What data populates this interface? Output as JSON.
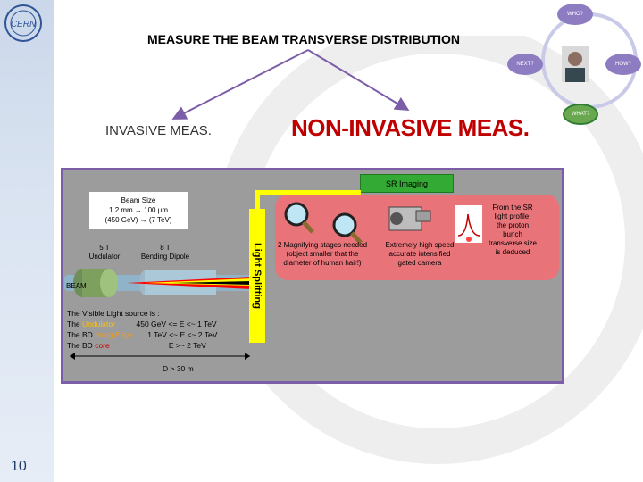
{
  "slide": {
    "title": "MEASURE THE BEAM TRANSVERSE DISTRIBUTION",
    "invasive_label": "INVASIVE MEAS.",
    "noninvasive_label": "NON-INVASIVE MEAS.",
    "page_number": "10",
    "watermark_text": "CERN"
  },
  "nav": {
    "items": [
      "WHO?",
      "NEXT?",
      "HOW?",
      "WHAT?"
    ]
  },
  "diagram": {
    "sr_imaging": "SR Imaging",
    "beam_size_title": "Beam Size",
    "beam_size_line1": "1.2 mm  →  100 µm",
    "beam_size_line2": "(450 GeV) →  (7 TeV)",
    "undulator_label": "5 T\nUndulator",
    "dipole_label": "8 T\nBending Dipole",
    "beam_label": "BEAM",
    "light_splitting": "Light Splitting",
    "magnifying_text": "2 Magnifying stages needed\n(object smaller that the\ndiameter of human hair!)",
    "camera_text": "Extremely high speed\naccurate intensified\ngated camera",
    "profile_text": "From the SR\nlight profile,\nthe proton\nbunch\ntransverse size\nis deduced",
    "source_title": "The Visible Light source is :",
    "source_row1_a": "The ",
    "source_row1_b": "Undulator",
    "source_row1_c": "          450 GeV <= E <~ 1 TeV",
    "source_row2_a": "The BD ",
    "source_row2_b": "rising Edge",
    "source_row2_c": "       1 TeV <~ E <~ 2 TeV",
    "source_row3_a": "The BD ",
    "source_row3_b": "core",
    "source_row3_c": "                            E >~ 2 TeV",
    "distance": "D > 30 m",
    "colors": {
      "panel_border": "#7b5ea7",
      "sr_green": "#33aa33",
      "band_red": "#e8747a",
      "undulator": "#ffc000",
      "rising_edge": "#ff9900",
      "core": "#c00000"
    }
  }
}
